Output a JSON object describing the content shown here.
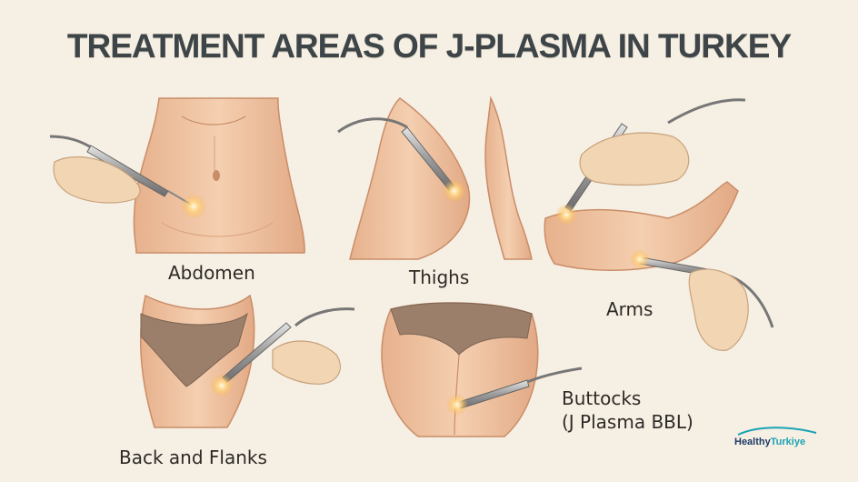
{
  "title": "TREATMENT AREAS OF J-PLASMA IN TURKEY",
  "areas": [
    {
      "label": "Abdomen"
    },
    {
      "label": "Thighs"
    },
    {
      "label": "Arms"
    },
    {
      "label": "Back and Flanks"
    },
    {
      "label": "Buttocks"
    },
    {
      "label": "(J Plasma BBL)"
    }
  ],
  "brand": {
    "part1": "Healthy",
    "part2": "Turkiye"
  },
  "colors": {
    "background": "#f6efe4",
    "skin": "#f1c8a6",
    "skin_shadow": "#d9a07c",
    "glove": "#f2d6b4",
    "underwear": "#9b7f6a",
    "device": "#a8a8a8",
    "glow": "#ffd98a"
  },
  "icons": [
    "jplasma-device-icon",
    "gloved-hand-icon",
    "plasma-glow-icon",
    "brand-wave-icon"
  ]
}
